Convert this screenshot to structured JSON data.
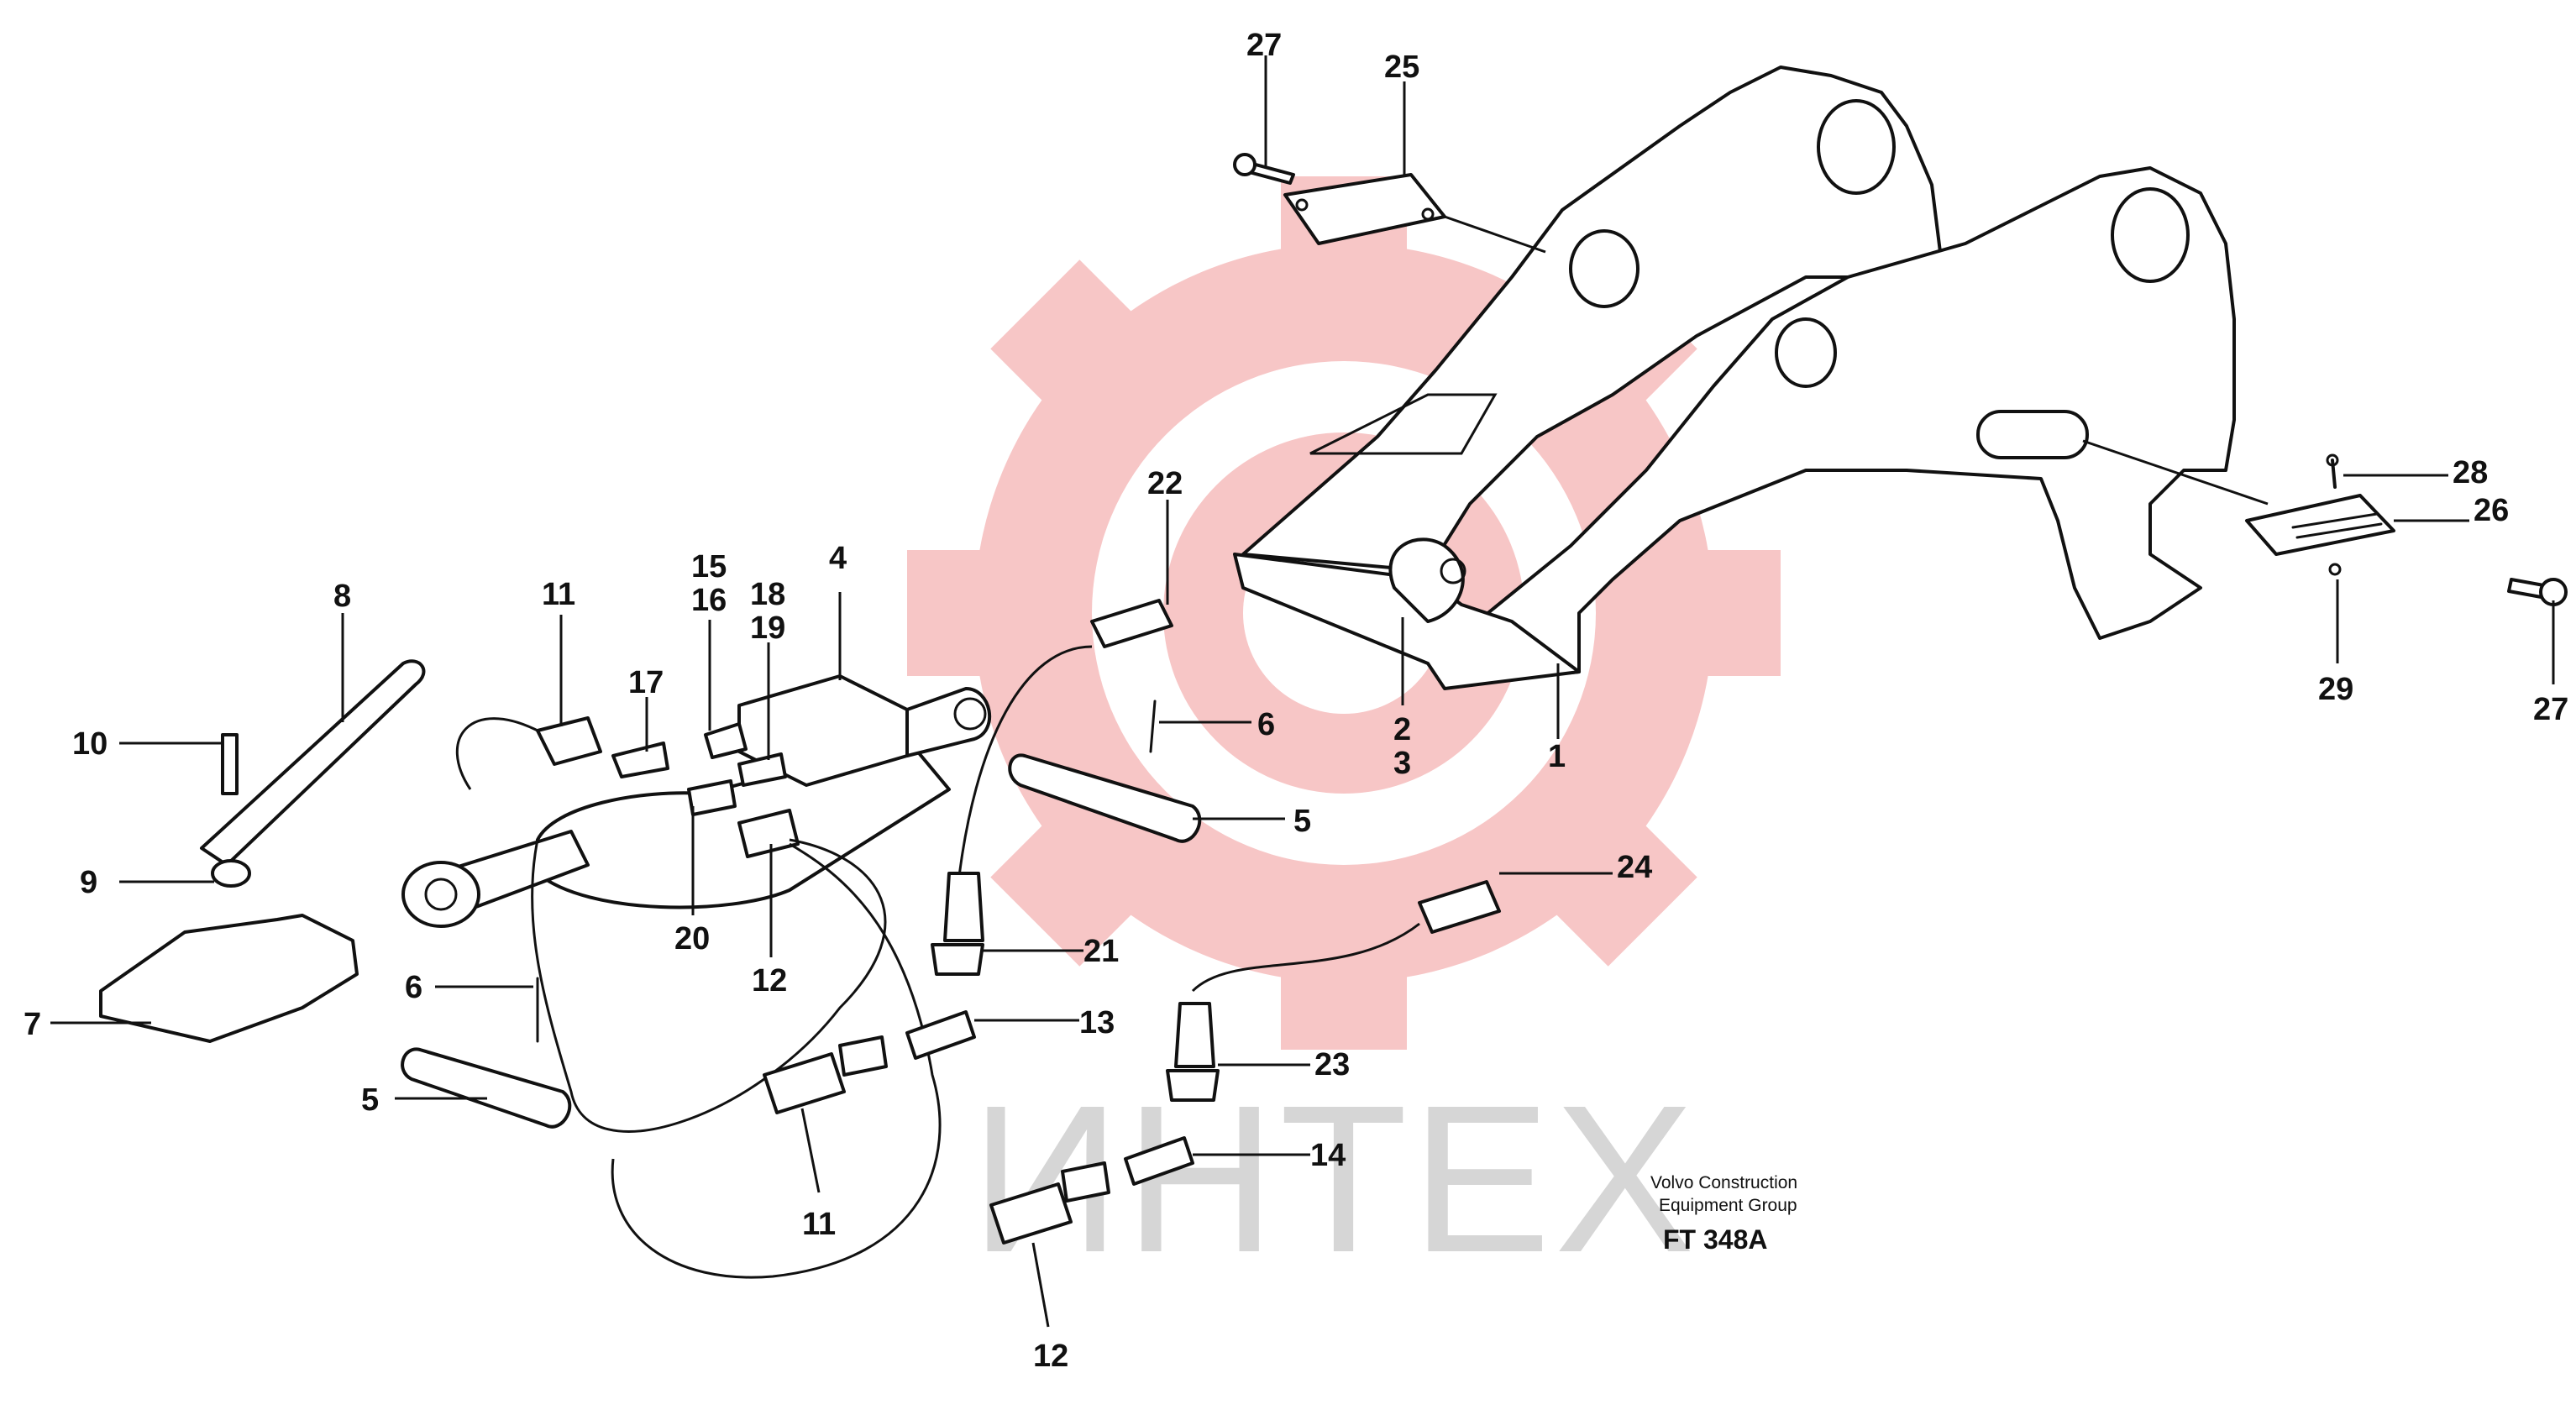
{
  "watermark": {
    "text": "ИНТЕХ",
    "gear_color": "#f7c6c6",
    "text_color": "#d6d6d6"
  },
  "caption": {
    "line1": "Volvo Construction",
    "line2": "Equipment Group",
    "code": "FT 348A"
  },
  "callouts": {
    "c1": "1",
    "c2": "2",
    "c3": "3",
    "c4": "4",
    "c5a": "5",
    "c5b": "5",
    "c6a": "6",
    "c6b": "6",
    "c7": "7",
    "c8": "8",
    "c9": "9",
    "c10": "10",
    "c11a": "11",
    "c11b": "11",
    "c12a": "12",
    "c12b": "12",
    "c13": "13",
    "c14": "14",
    "c15": "15",
    "c16": "16",
    "c17": "17",
    "c18": "18",
    "c19": "19",
    "c20": "20",
    "c21": "21",
    "c22": "22",
    "c23": "23",
    "c24": "24",
    "c25": "25",
    "c26": "26",
    "c27a": "27",
    "c27b": "27",
    "c28": "28",
    "c29": "29"
  }
}
